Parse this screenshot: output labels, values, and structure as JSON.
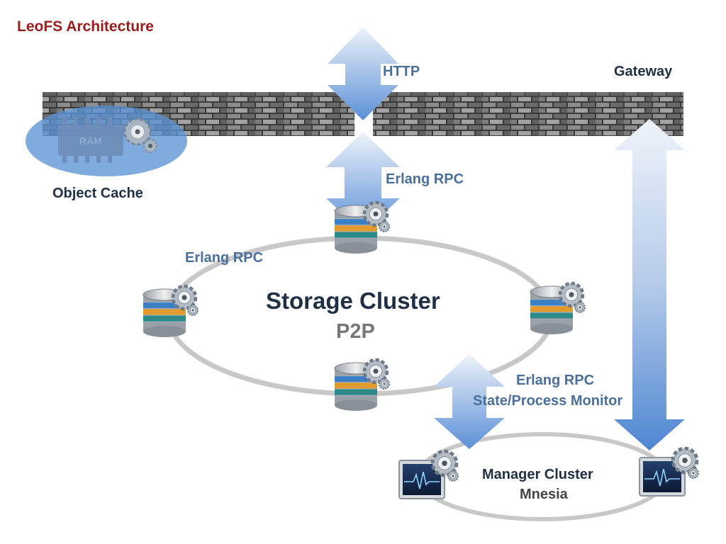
{
  "title": "LeoFS Architecture",
  "labels": {
    "gateway": "Gateway",
    "http": "HTTP",
    "erlang_rpc_top": "Erlang RPC",
    "erlang_rpc_left": "Erlang RPC",
    "erlang_rpc_manager": "Erlang RPC",
    "state_process_monitor": "State/Process Monitor",
    "object_cache": "Object Cache",
    "ram_chip": "RAM",
    "storage_cluster": "Storage Cluster",
    "p2p": "P2P",
    "manager_cluster": "Manager Cluster",
    "mnesia": "Mnesia"
  },
  "colors": {
    "title": "#9b1c1c",
    "dark_label": "#1f2f44",
    "blue_label": "#4b6f9b",
    "arrow_light": "#e4ecf7",
    "arrow_dark": "#5b8fd6",
    "ring": "#c8c8c8",
    "cache_ellipse": "#5b93d6"
  },
  "icons": {
    "storage_node": "database-gear-icon",
    "manager_node": "monitor-heartbeat-gear-icon",
    "cache": "ram-chip-gear-icon",
    "firewall": "brick-wall"
  }
}
